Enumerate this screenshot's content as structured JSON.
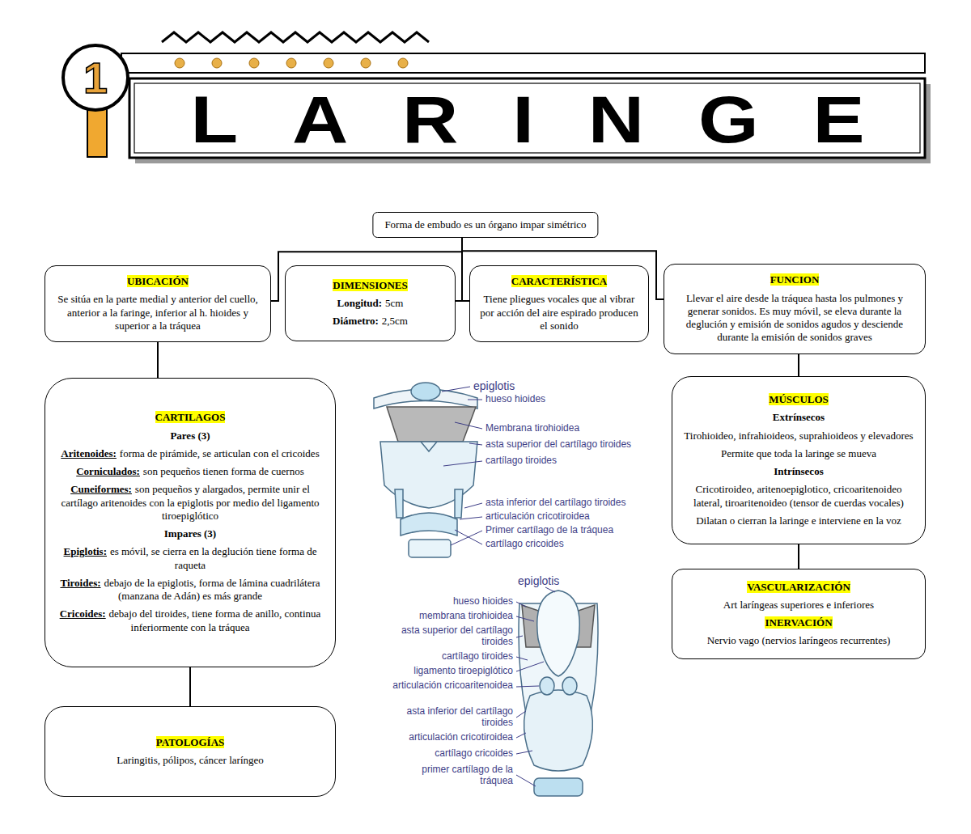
{
  "diagram": {
    "title": "LARINGE",
    "nodes": [
      {
        "text": [
          "Forma de embudo es un órgano impar simétrico"
        ]
      },
      {
        "text": [
          "UBICACIÓN",
          "Se sitúa en la parte medial y anterior del cuello, anterior a la faringe, inferior al h. hioides y superior a la tráquea"
        ]
      },
      {
        "text": [
          "DIMENSIONES",
          "Longitud:",
          "5cm",
          "Diámetro:",
          "2,5cm"
        ]
      },
      {
        "text": [
          "CARACTERÍSTICA",
          "Tiene pliegues vocales que al vibrar por acción del aire espirado producen el sonido"
        ]
      },
      {
        "text": [
          "FUNCION",
          "Llevar el aire desde la tráquea hasta los pulmones y generar sonidos. Es muy móvil, se eleva durante la deglución y emisión de sonidos agudos y desciende durante la emisión de sonidos graves"
        ]
      },
      {
        "text": [
          "CARTILAGOS",
          "Pares (3)",
          "Aritenoides:",
          "forma de pirámide, se articulan con el cricoides",
          "Corniculados:",
          "son pequeños tienen forma de cuernos",
          "Cuneiformes:",
          "son pequeños y alargados, permite unir el cartílago aritenoides con la epiglotis por medio del ligamento tiroepiglótico",
          "Impares (3)",
          "Epiglotis:",
          "es móvil, se cierra en la deglución tiene forma de raqueta",
          "Tiroides:",
          "debajo de la epiglotis, forma de lámina cuadrilátera (manzana de Adán) es más grande",
          "Cricoides:",
          "debajo del tiroides, tiene forma de anillo, continua inferiormente con la tráquea"
        ]
      },
      {
        "text": [
          "MÚSCULOS",
          "Extrínsecos",
          "Tirohioideo, infrahioideos, suprahioideos y elevadores",
          "Permite que toda la laringe se mueva",
          "Intrínsecos",
          "Cricotiroideo, aritenoepiglotico, cricoaritenoideo lateral, tiroaritenoideo (tensor de cuerdas vocales)",
          "Dilatan o cierran la laringe e interviene en la voz"
        ]
      },
      {
        "text": [
          "VASCULARIZACIÓN",
          "Art laríngeas superiores e inferiores",
          "INERVACIÓN",
          "Nervio vago (nervios laríngeos recurrentes)"
        ]
      },
      {
        "text": [
          "PATOLOGÍAS",
          "Laringitis, pólipos, cáncer laríngeo"
        ]
      }
    ],
    "edges": [
      {
        "from": 0,
        "to": 1,
        "arrow": "none"
      },
      {
        "from": 0,
        "to": 2,
        "arrow": "none"
      },
      {
        "from": 0,
        "to": 3,
        "arrow": "none"
      },
      {
        "from": 0,
        "to": 4,
        "arrow": "none"
      },
      {
        "from": 1,
        "to": 5,
        "arrow": "none"
      },
      {
        "from": 5,
        "to": 8,
        "arrow": "none"
      },
      {
        "from": 4,
        "to": 6,
        "arrow": "none"
      },
      {
        "from": 6,
        "to": 7,
        "arrow": "none"
      }
    ],
    "labels": [
      "1",
      "epiglotis",
      "hueso hioides",
      "Membrana tirohioidea",
      "asta superior del cartílago tiroides",
      "cartílago tiroides",
      "asta inferior del cartílago tiroides",
      "articulación cricotiroidea",
      "Primer cartílago de la tráquea",
      "cartílago cricoides",
      "epiglotis",
      "hueso hioides",
      "membrana tirohioidea",
      "asta superior del cartílago tiroides",
      "cartílago tiroides",
      "ligamento tiroepiglótico",
      "articulación cricoaritenoidea",
      "asta inferior del cartílago tiroides",
      "articulación cricotiroidea",
      "cartílago cricoides",
      "primer cartílago de la tráquea"
    ]
  }
}
